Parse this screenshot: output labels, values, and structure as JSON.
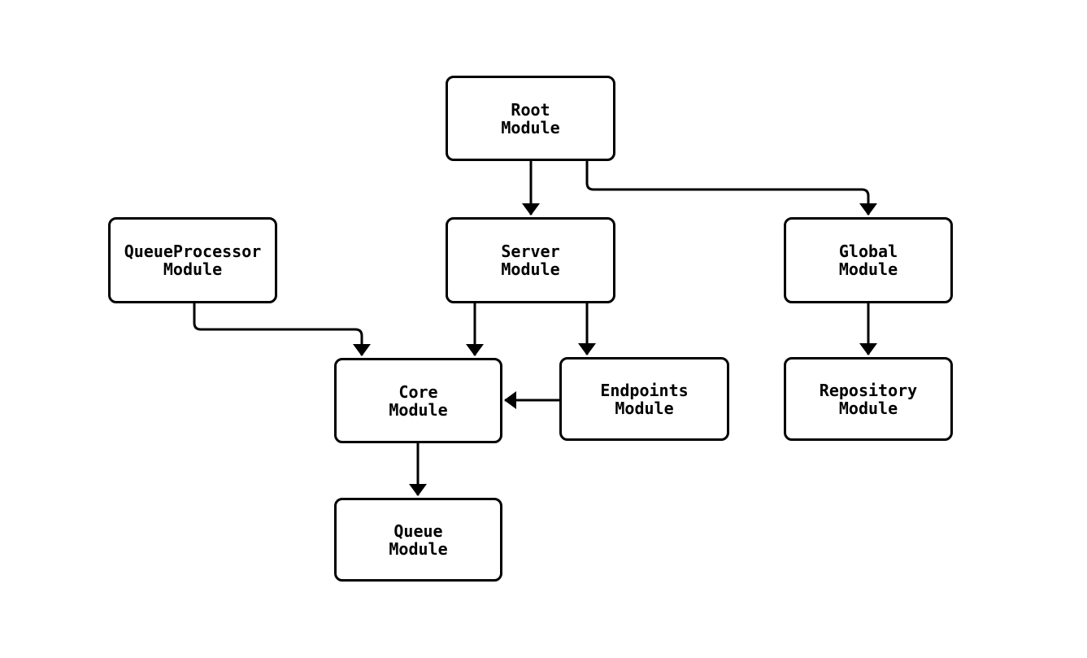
{
  "diagram": {
    "type": "flowchart",
    "background": "#ffffff",
    "node_fill": "#ffffff",
    "stroke_color": "#000000",
    "text_color": "#000000"
  },
  "nodes": {
    "root": {
      "label": "Root\nModule"
    },
    "queueProcessor": {
      "label": "QueueProcessor\nModule"
    },
    "server": {
      "label": "Server\nModule"
    },
    "global": {
      "label": "Global\nModule"
    },
    "core": {
      "label": "Core\nModule"
    },
    "endpoints": {
      "label": "Endpoints\nModule"
    },
    "repository": {
      "label": "Repository\nModule"
    },
    "queue": {
      "label": "Queue\nModule"
    }
  },
  "edges": [
    {
      "from": "Root Module",
      "to": "Server Module"
    },
    {
      "from": "Root Module",
      "to": "Global Module"
    },
    {
      "from": "QueueProcessor Module",
      "to": "Core Module"
    },
    {
      "from": "Server Module",
      "to": "Core Module"
    },
    {
      "from": "Server Module",
      "to": "Endpoints Module"
    },
    {
      "from": "Endpoints Module",
      "to": "Core Module"
    },
    {
      "from": "Global Module",
      "to": "Repository Module"
    },
    {
      "from": "Core Module",
      "to": "Queue Module"
    }
  ]
}
